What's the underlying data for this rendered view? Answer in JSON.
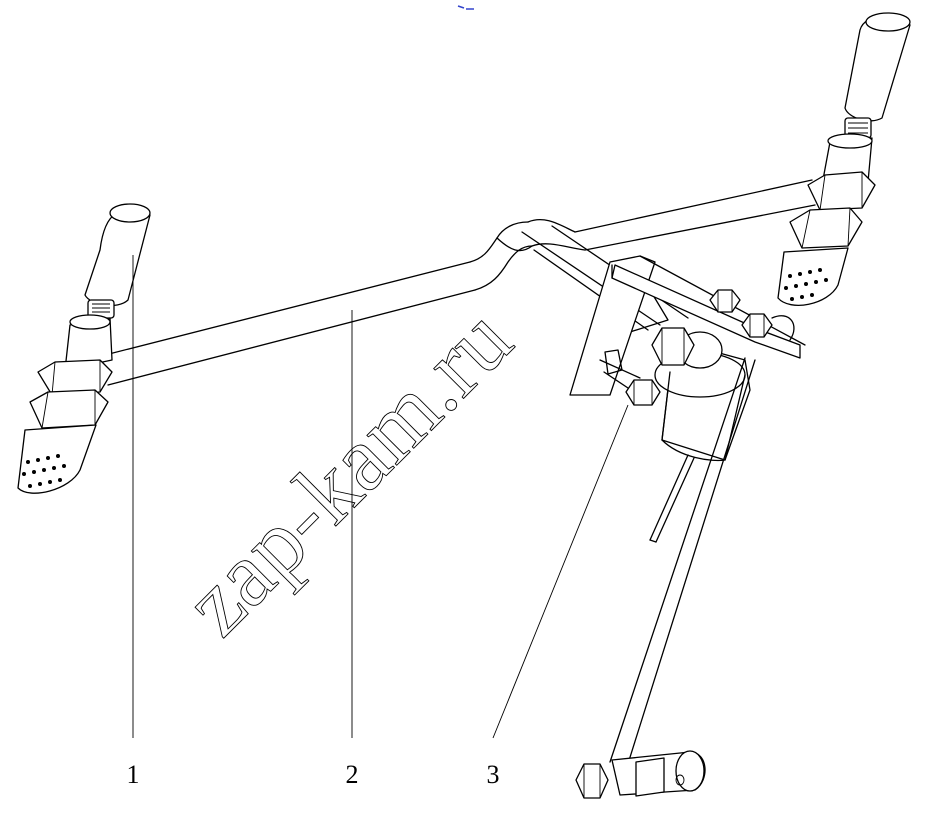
{
  "callouts": [
    {
      "label": "1"
    },
    {
      "label": "2"
    },
    {
      "label": "3"
    }
  ],
  "watermark": {
    "text": "zap-kam.ru",
    "color": "#000000"
  },
  "accent": {
    "mark_color": "#3344cc"
  }
}
